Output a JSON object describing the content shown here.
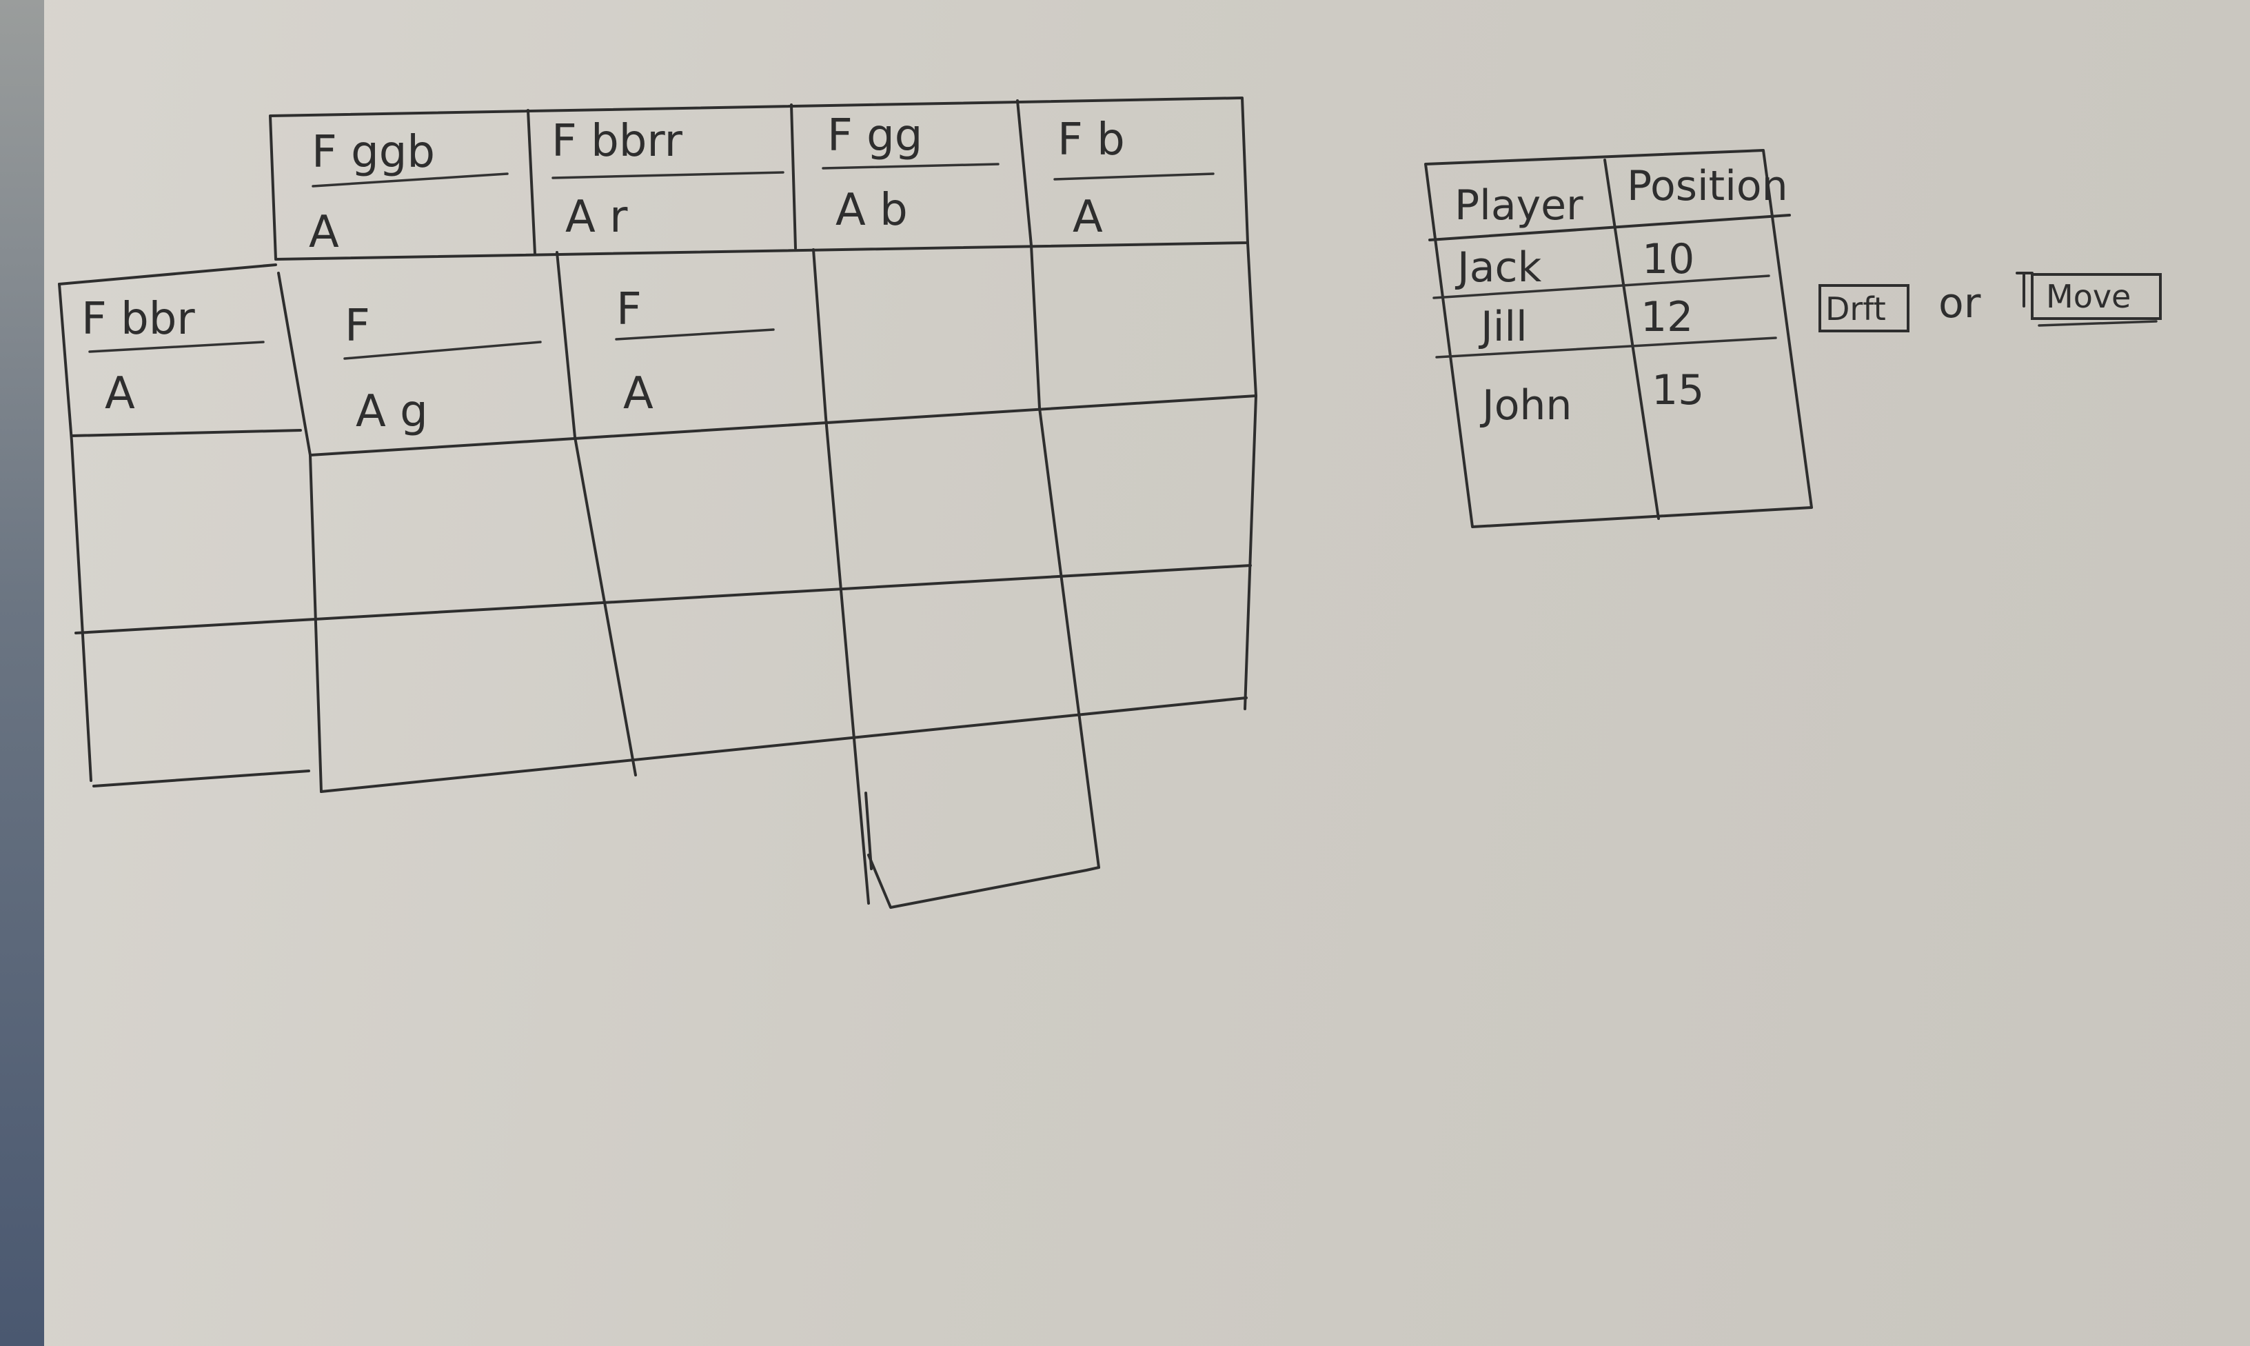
{
  "board": {
    "top_row": [
      {
        "f": "F ggb",
        "a": "A"
      },
      {
        "f": "F bbrr",
        "a": "A r"
      },
      {
        "f": "F gg",
        "a": "A b"
      },
      {
        "f": "F b",
        "a": "A"
      }
    ],
    "left_tile": {
      "f": "F bbr",
      "a": "A"
    },
    "second_row": [
      {
        "f": "F",
        "a": "A g"
      },
      {
        "f": "F",
        "a": "A"
      }
    ]
  },
  "players_table": {
    "headers": [
      "Player",
      "Position"
    ],
    "rows": [
      {
        "player": "Jack",
        "position": "10"
      },
      {
        "player": "Jill",
        "position": "12"
      },
      {
        "player": "John",
        "position": "15"
      }
    ]
  },
  "actions": {
    "draft_label": "Drft",
    "separator": "or",
    "move_label": "Move"
  }
}
